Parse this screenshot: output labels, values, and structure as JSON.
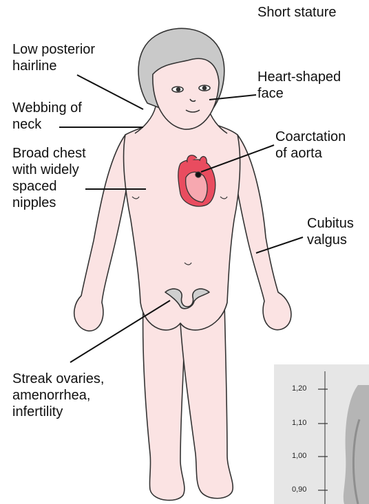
{
  "labels": {
    "short_stature": "Short stature",
    "low_posterior_hairline": "Low posterior\nhairline",
    "heart_shaped_face": "Heart-shaped\nface",
    "webbing_of_neck": "Webbing of\nneck",
    "coarctation_of_aorta": "Coarctation\nof aorta",
    "broad_chest": "Broad chest\nwith widely\nspaced\nnipples",
    "cubitus_valgus": "Cubitus\nvalgus",
    "streak_ovaries": "Streak ovaries,\namenorrhea,\ninfertility"
  },
  "photo_scale": {
    "ticks": [
      "1,20",
      "1,10",
      "1,00",
      "0,90"
    ]
  },
  "colors": {
    "skin": "#fbe3e3",
    "hair": "#c9c9c9",
    "heart": "#e94c5f",
    "heart_light": "#f7a8b0",
    "ovary": "#cfcfcf",
    "photo_bg": "#e6e6e6"
  }
}
